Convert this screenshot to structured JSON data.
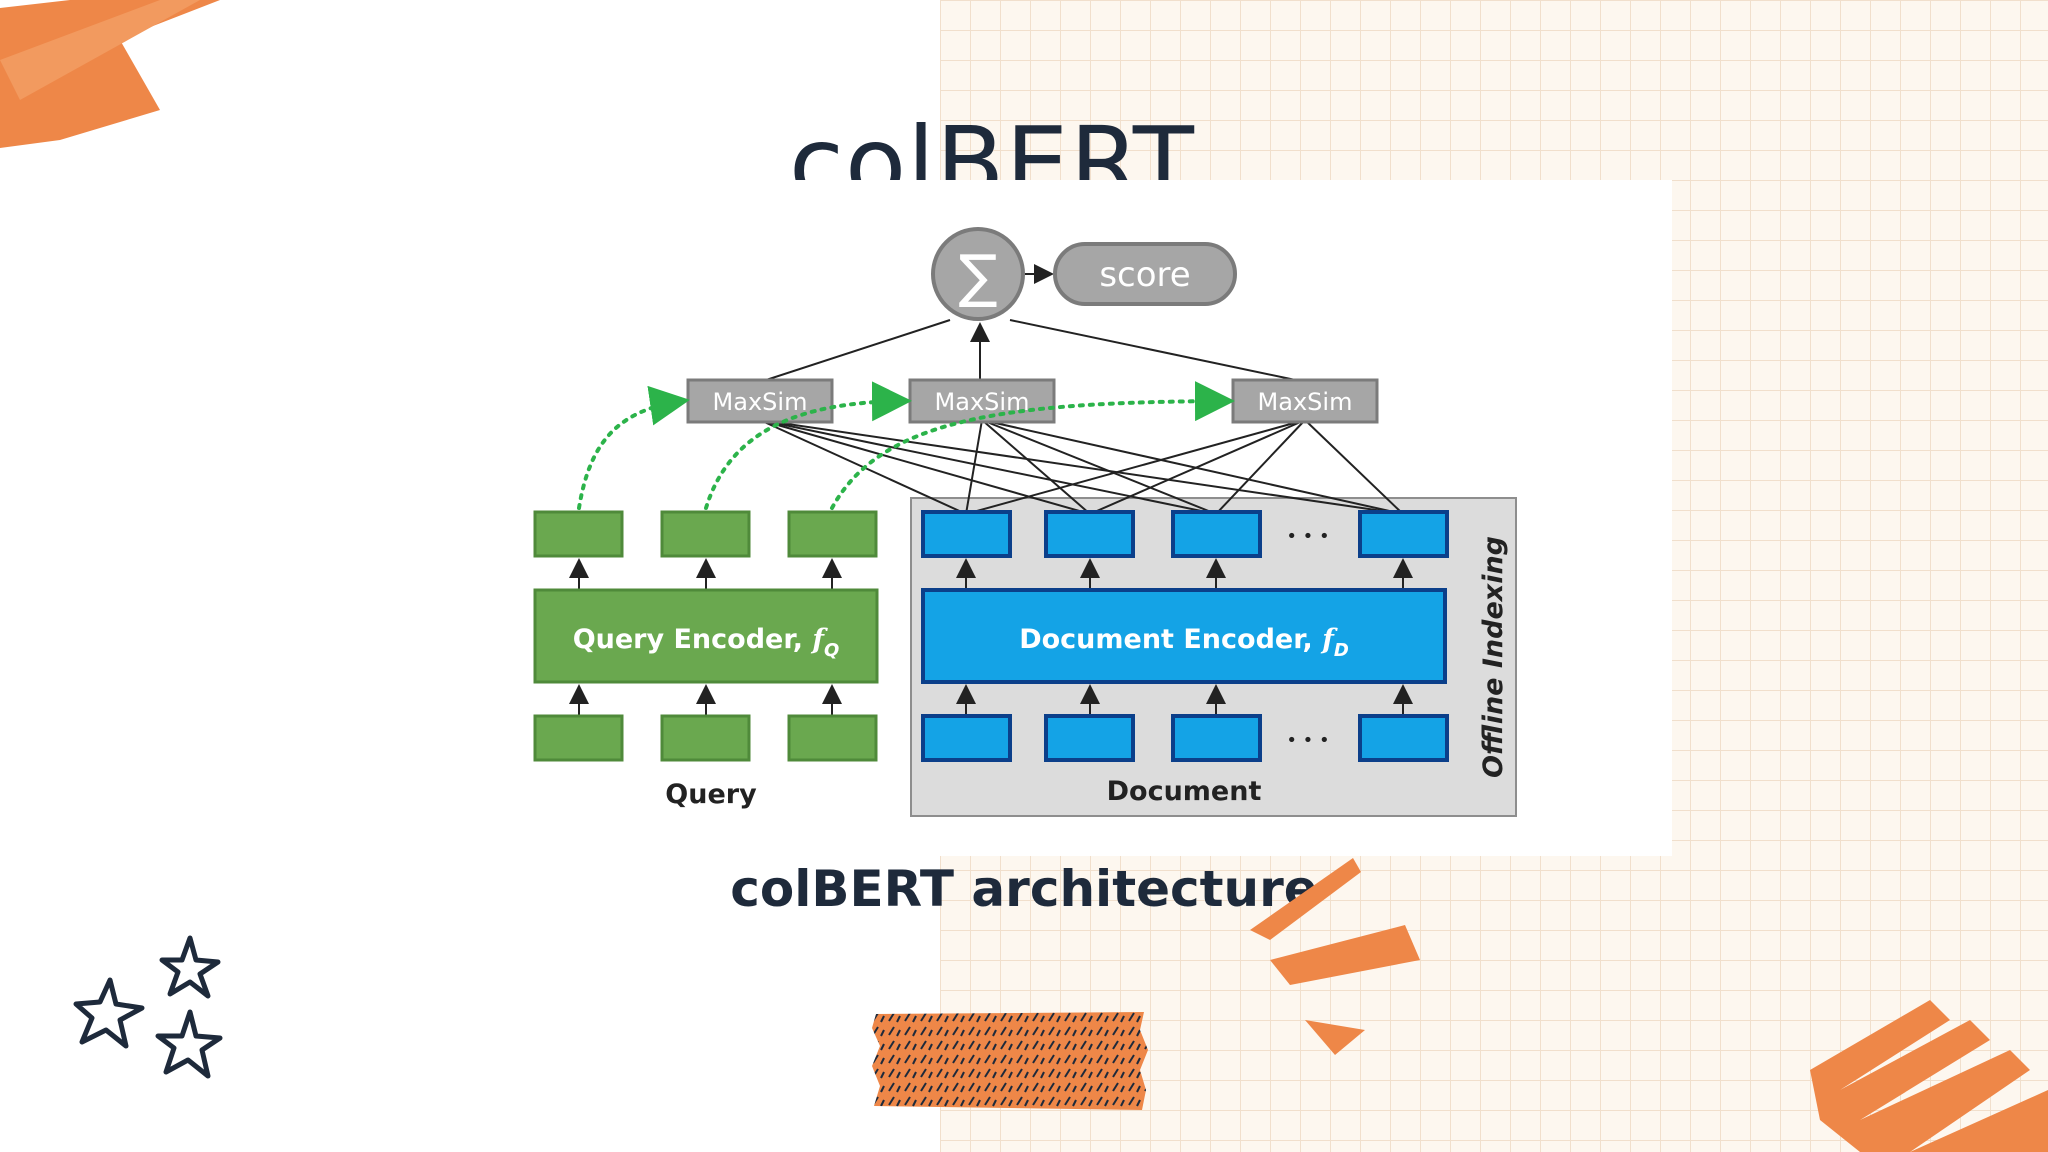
{
  "slide": {
    "title": "colBERT",
    "caption": "colBERT architecture"
  },
  "diagram": {
    "sum_symbol": "∑",
    "score_label": "score",
    "maxsim_labels": [
      "MaxSim",
      "MaxSim",
      "MaxSim"
    ],
    "query_encoder_label": "Query Encoder, ",
    "query_encoder_symbol": "f",
    "query_encoder_subscript": "Q",
    "document_encoder_label": "Document Encoder, ",
    "document_encoder_symbol": "f",
    "document_encoder_subscript": "D",
    "query_label": "Query",
    "document_label": "Document",
    "offline_indexing_label": "Offline Indexing",
    "ellipsis": "• • •"
  },
  "colors": {
    "title_text": "#1e2a3b",
    "query_green": "#6aa84f",
    "document_blue": "#14a3e6",
    "maxsim_gray": "#a6a6a6",
    "dotted_arrow_green": "#2cb34a",
    "accent_orange": "#ee8748"
  }
}
